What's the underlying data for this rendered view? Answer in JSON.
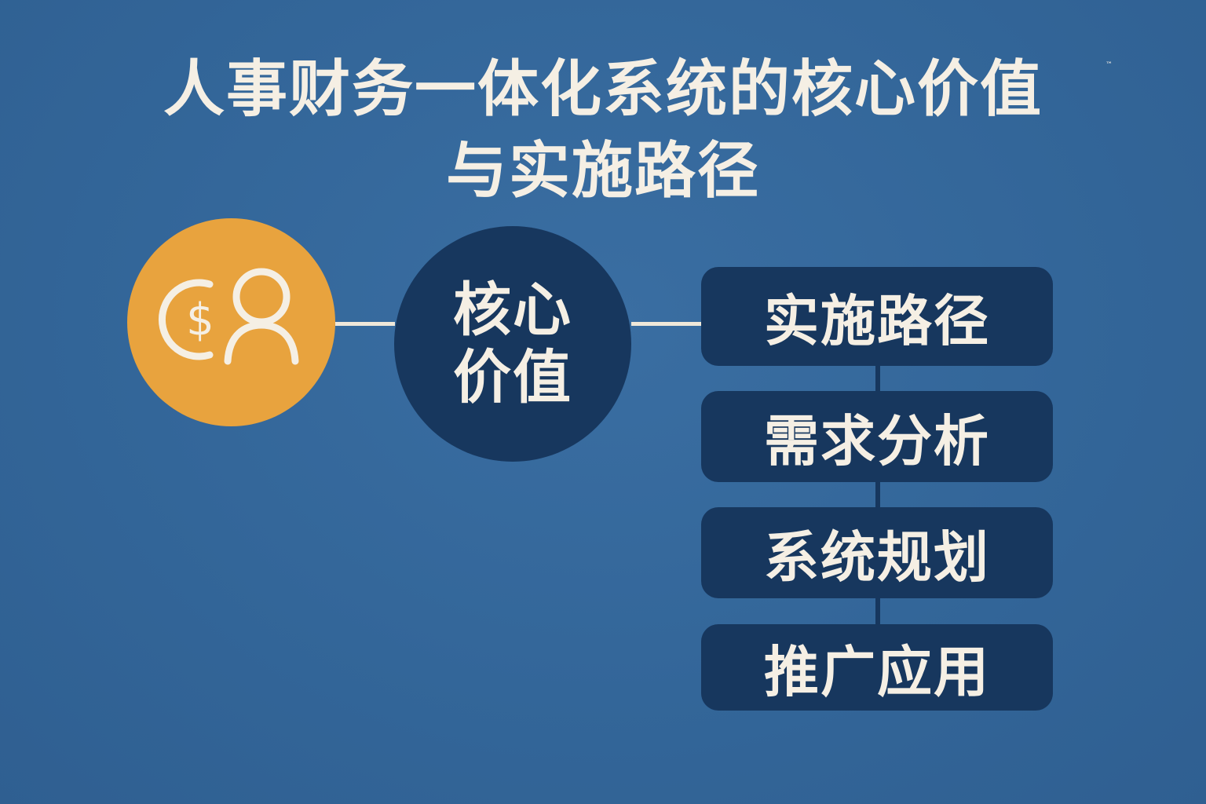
{
  "title": {
    "line1": "人事财务一体化系统的核心价值",
    "line2": "与实施路径",
    "mark": "™"
  },
  "core": {
    "line1": "核心",
    "line2": "价值"
  },
  "icon": {
    "name": "finance-and-person-icon",
    "glyph": "$"
  },
  "steps": [
    "实施路径",
    "需求分析",
    "系统规划",
    "推广应用"
  ],
  "colors": {
    "background": "#336699",
    "accent": "#e8a33e",
    "node": "#17375e",
    "text": "#f5efe4"
  }
}
